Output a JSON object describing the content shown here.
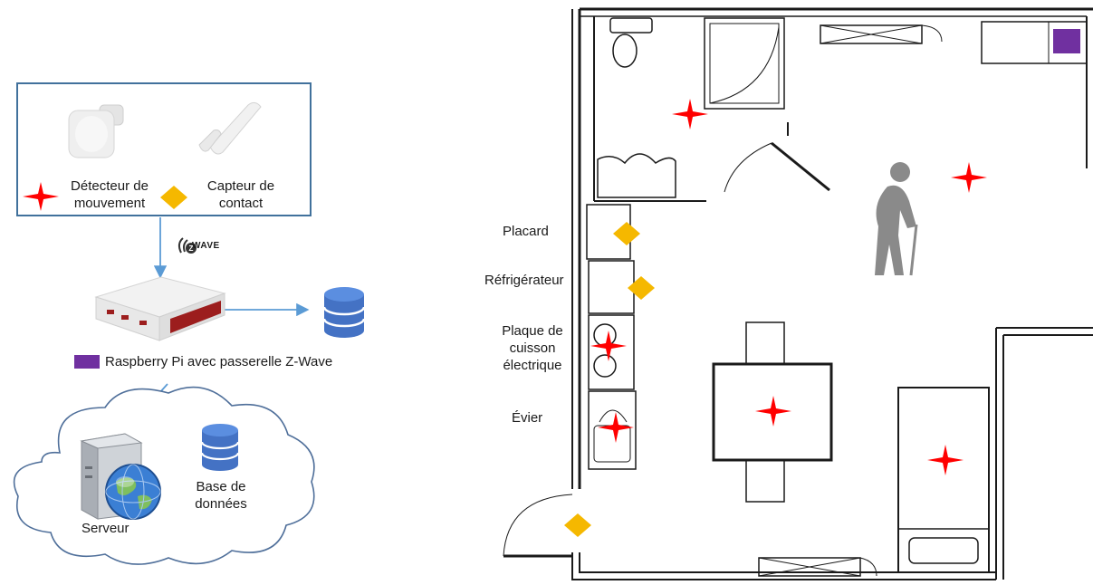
{
  "legend": {
    "motion_label_line1": "Détecteur de",
    "motion_label_line2": "mouvement",
    "contact_label_line1": "Capteur de",
    "contact_label_line2": "contact"
  },
  "protocol_logo": "WAVE",
  "gateway_label": "Raspberry Pi avec passerelle Z-Wave",
  "cloud": {
    "server_label": "Serveur",
    "db_label_line1": "Base de",
    "db_label_line2": "données"
  },
  "floorplan": {
    "placard": "Placard",
    "refrigerateur": "Réfrigérateur",
    "plaque_line1": "Plaque de",
    "plaque_line2": "cuisson",
    "plaque_line3": "électrique",
    "evier": "Évier"
  },
  "colors": {
    "motion_sensor": "#ff0000",
    "contact_sensor": "#f5b800",
    "gateway": "#7030a0",
    "arrow": "#5b9bd5",
    "database": "#4472c4"
  }
}
